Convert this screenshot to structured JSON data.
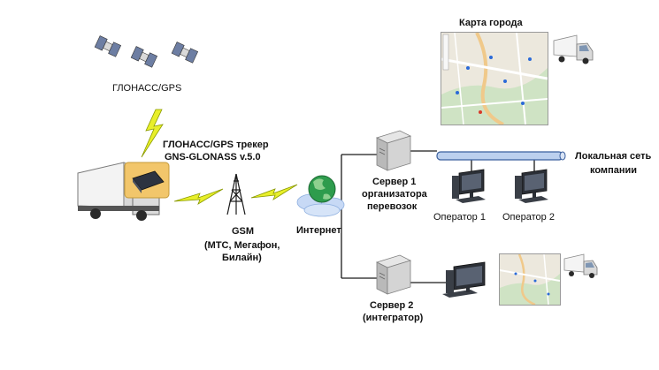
{
  "satellites": {
    "label": "ГЛОНАСС/GPS"
  },
  "tracker": {
    "line1": "ГЛОНАСС/GPS трекер",
    "line2": "GNS-GLONASS v.5.0"
  },
  "gsm": {
    "line1": "GSM",
    "line2": "(МТС, Мегафон,",
    "line3": "Билайн)"
  },
  "internet": {
    "label": "Интернет"
  },
  "server1": {
    "line1": "Сервер 1",
    "line2": "организатора",
    "line3": "перевозок"
  },
  "server2": {
    "line1": "Сервер 2",
    "line2": "(интегратор)"
  },
  "operators": {
    "op1": "Оператор 1",
    "op2": "Оператор 2"
  },
  "network": {
    "line1": "Локальная  сеть",
    "line2": "компании"
  },
  "city_map": {
    "title": "Карта города"
  },
  "colors": {
    "lightning": "#e8ef2a",
    "lightning_stroke": "#8a9a00",
    "bus_pipe": "#bcd0ee",
    "bus_stroke": "#3a5f9e",
    "line": "#1a1a1a",
    "globe": "#2e9c4d",
    "cloud": "#c7d9f5"
  }
}
